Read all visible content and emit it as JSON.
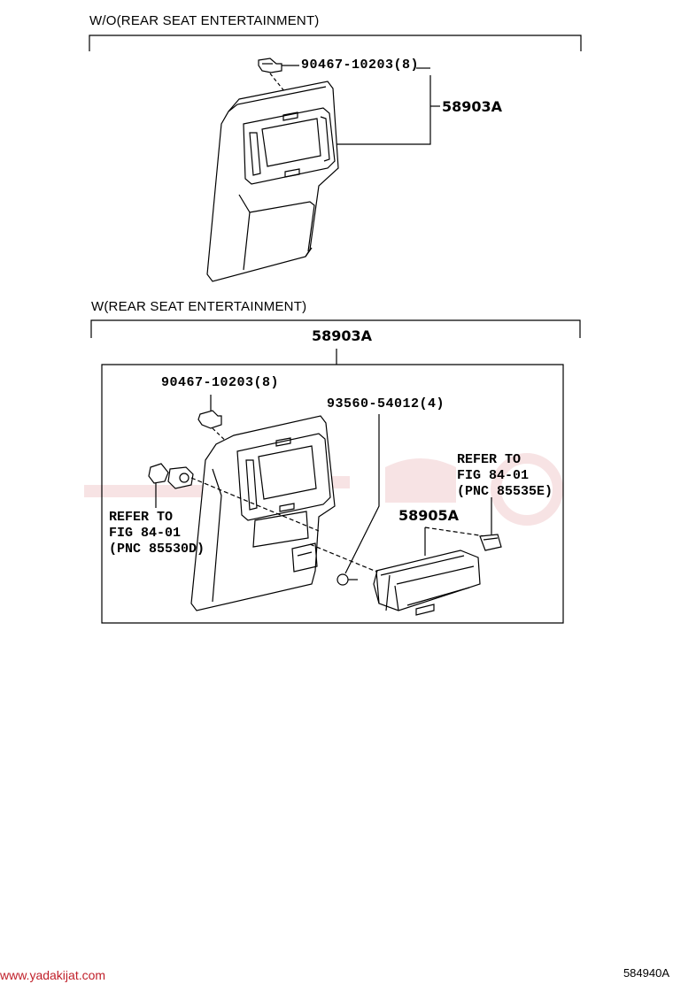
{
  "sections": {
    "top_title": "W/O(REAR SEAT ENTERTAINMENT)",
    "bottom_title": "W(REAR SEAT ENTERTAINMENT)"
  },
  "top": {
    "clip_part": "90467-10203(8)",
    "panel_part": "58903A"
  },
  "bottom": {
    "panel_part": "58903A",
    "clip_part": "90467-10203(8)",
    "screw_part": "93560-54012(4)",
    "refer_right": "REFER TO\nFIG 84-01\n(PNC 85535E)",
    "box_part": "58905A",
    "refer_left": "REFER TO\nFIG 84-01\n(PNC 85530D)"
  },
  "footer": {
    "website": "www.yadakijat.com",
    "figure_id": "584940A"
  },
  "colors": {
    "line": "#000000",
    "watermark": "#c0202a"
  }
}
